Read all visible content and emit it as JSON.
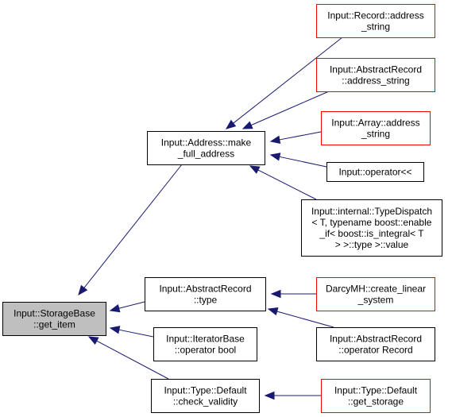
{
  "colors": {
    "edge": "#191970",
    "node_border_default": "#000000",
    "node_border_unlinked": "#ff0000",
    "node_fill_default": "#ffffff",
    "node_fill_focus": "#bfbfbf"
  },
  "nodes": [
    {
      "id": "storagebase-get-item",
      "lines": [
        "Input::StorageBase",
        "::get_item"
      ],
      "style": "focus"
    },
    {
      "id": "address-make-full-address",
      "lines": [
        "Input::Address::make",
        "_full_address"
      ],
      "style": "default"
    },
    {
      "id": "abstractrecord-type",
      "lines": [
        "Input::AbstractRecord",
        "::type"
      ],
      "style": "default"
    },
    {
      "id": "iteratorbase-operator-bool",
      "lines": [
        "Input::IteratorBase",
        "::operator bool"
      ],
      "style": "default"
    },
    {
      "id": "type-default-check-validity",
      "lines": [
        "Input::Type::Default",
        "::check_validity"
      ],
      "style": "default"
    },
    {
      "id": "record-address-string",
      "lines": [
        "Input::Record::address",
        "_string"
      ],
      "style": "unlinked"
    },
    {
      "id": "abstractrecord-address-string",
      "lines": [
        "Input::AbstractRecord",
        "::address_string"
      ],
      "style": "unlinked"
    },
    {
      "id": "array-address-string",
      "lines": [
        "Input::Array::address",
        "_string"
      ],
      "style": "unlinked"
    },
    {
      "id": "operator-lshift",
      "lines": [
        "Input::operator<<"
      ],
      "style": "default"
    },
    {
      "id": "typedispatch-value",
      "lines": [
        "Input::internal::TypeDispatch",
        "< T, typename boost::enable",
        "_if< boost::is_integral< T",
        "> >::type >::value"
      ],
      "style": "default"
    },
    {
      "id": "darcymh-create-linear-system",
      "lines": [
        "DarcyMH::create_linear",
        "_system"
      ],
      "style": "unlinked"
    },
    {
      "id": "abstractrecord-operator-record",
      "lines": [
        "Input::AbstractRecord",
        "::operator Record"
      ],
      "style": "default"
    },
    {
      "id": "type-default-get-storage",
      "lines": [
        "Input::Type::Default",
        "::get_storage"
      ],
      "style": "unlinked"
    }
  ],
  "edges": [
    {
      "from": "address-make-full-address",
      "to": "storagebase-get-item"
    },
    {
      "from": "abstractrecord-type",
      "to": "storagebase-get-item"
    },
    {
      "from": "iteratorbase-operator-bool",
      "to": "storagebase-get-item"
    },
    {
      "from": "type-default-check-validity",
      "to": "storagebase-get-item"
    },
    {
      "from": "record-address-string",
      "to": "address-make-full-address"
    },
    {
      "from": "abstractrecord-address-string",
      "to": "address-make-full-address"
    },
    {
      "from": "array-address-string",
      "to": "address-make-full-address"
    },
    {
      "from": "operator-lshift",
      "to": "address-make-full-address"
    },
    {
      "from": "typedispatch-value",
      "to": "address-make-full-address"
    },
    {
      "from": "darcymh-create-linear-system",
      "to": "abstractrecord-type"
    },
    {
      "from": "abstractrecord-operator-record",
      "to": "abstractrecord-type"
    },
    {
      "from": "type-default-get-storage",
      "to": "type-default-check-validity"
    }
  ]
}
